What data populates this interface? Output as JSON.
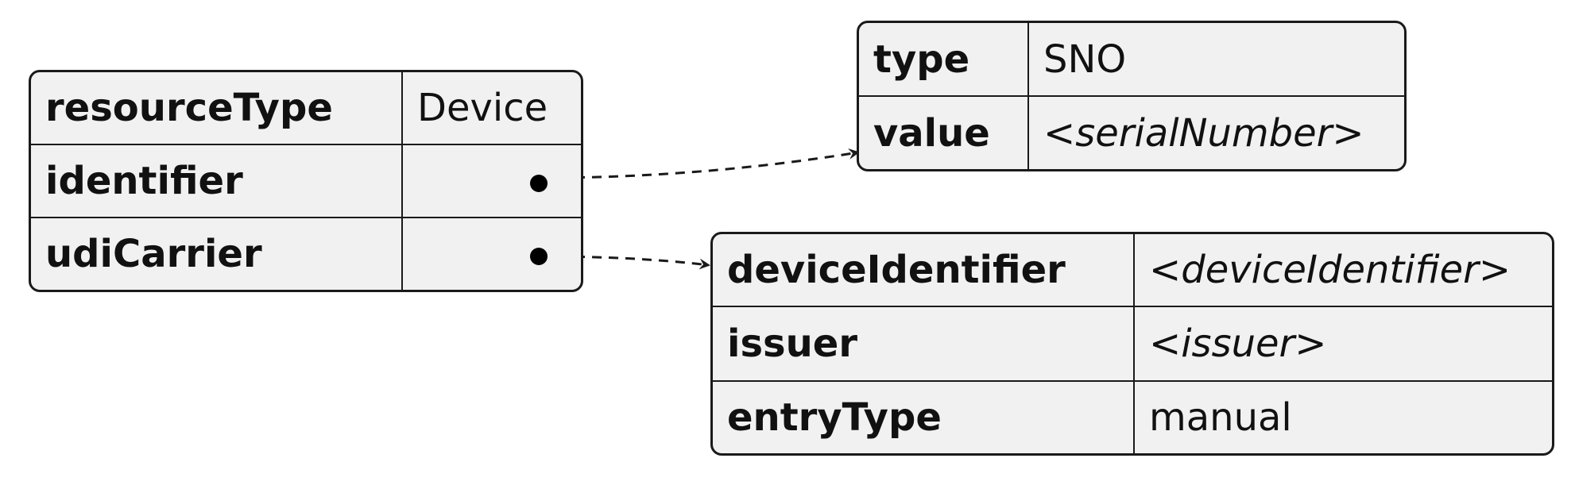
{
  "device": {
    "rows": [
      {
        "key": "resourceType",
        "value": "Device"
      },
      {
        "key": "identifier"
      },
      {
        "key": "udiCarrier"
      }
    ]
  },
  "identifier": {
    "rows": [
      {
        "key": "type",
        "value": "SNO"
      },
      {
        "key": "value",
        "value": "<serialNumber>"
      }
    ]
  },
  "udiCarrier": {
    "rows": [
      {
        "key": "deviceIdentifier",
        "value": "<deviceIdentifier>"
      },
      {
        "key": "issuer",
        "value": "<issuer>"
      },
      {
        "key": "entryType",
        "value": "manual"
      }
    ]
  },
  "colors": {
    "card_fill": "#f1f1f1",
    "border": "#1a1a1a",
    "text": "#111111"
  }
}
